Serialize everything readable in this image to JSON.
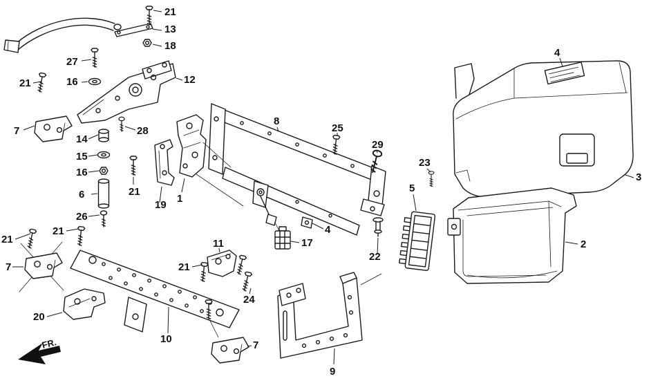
{
  "diagram": {
    "type": "exploded-parts-diagram",
    "description": "Exploded line-art parts diagram of control unit covers and mounting brackets with numbered callouts",
    "colors": {
      "line": "#1a1a1a",
      "background": "#ffffff",
      "label_text": "#111111"
    },
    "direction_marker": {
      "text": "FR."
    },
    "callouts": [
      {
        "text": "21",
        "part": "bolt"
      },
      {
        "text": "13",
        "part": "rod"
      },
      {
        "text": "18",
        "part": "nut"
      },
      {
        "text": "27",
        "part": "bolt"
      },
      {
        "text": "16",
        "part": "washer"
      },
      {
        "text": "12",
        "part": "bracket-plate"
      },
      {
        "text": "21",
        "part": "bolt"
      },
      {
        "text": "7",
        "part": "bracket"
      },
      {
        "text": "14",
        "part": "bushing"
      },
      {
        "text": "15",
        "part": "washer"
      },
      {
        "text": "16",
        "part": "nut"
      },
      {
        "text": "6",
        "part": "spacer-tube"
      },
      {
        "text": "26",
        "part": "screw"
      },
      {
        "text": "28",
        "part": "screw"
      },
      {
        "text": "21",
        "part": "bolt"
      },
      {
        "text": "19",
        "part": "bracket"
      },
      {
        "text": "1",
        "part": "bracket"
      },
      {
        "text": "8",
        "part": "cross-bar"
      },
      {
        "text": "25",
        "part": "bolt"
      },
      {
        "text": "29",
        "part": "screw"
      },
      {
        "text": "23",
        "part": "bolt"
      },
      {
        "text": "5",
        "part": "connector-block"
      },
      {
        "text": "4",
        "part": "label-plate"
      },
      {
        "text": "3",
        "part": "upper-cover"
      },
      {
        "text": "2",
        "part": "lower-case"
      },
      {
        "text": "4",
        "part": "clamp"
      },
      {
        "text": "17",
        "part": "connector"
      },
      {
        "text": "22",
        "part": "clip"
      },
      {
        "text": "11",
        "part": "bracket"
      },
      {
        "text": "21",
        "part": "bolt"
      },
      {
        "text": "21",
        "part": "bolt"
      },
      {
        "text": "7",
        "part": "bracket"
      },
      {
        "text": "21",
        "part": "bolt"
      },
      {
        "text": "24",
        "part": "bolt-pair"
      },
      {
        "text": "20",
        "part": "bracket"
      },
      {
        "text": "10",
        "part": "mounting-plate"
      },
      {
        "text": "7",
        "part": "bracket"
      },
      {
        "text": "9",
        "part": "stay-bracket"
      }
    ]
  }
}
